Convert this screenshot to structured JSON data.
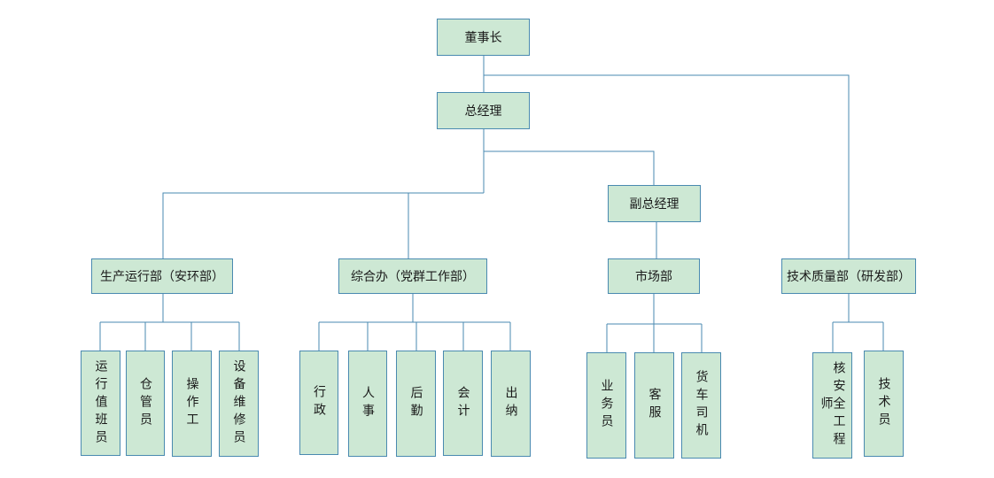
{
  "nodes": {
    "chairman": "董事长",
    "gm": "总经理",
    "deputy_gm": "副总经理",
    "production": "生产运行部（安环部）",
    "general_office": "综合办（党群工作部）",
    "market": "市场部",
    "tech_quality": "技术质量部（研发部）",
    "duty_staff": "运行值班员",
    "warehouse": "仓管员",
    "operator": "操作工",
    "equip_repair": "设备维修员",
    "admin": "行政",
    "hr": "人事",
    "logistics": "后勤",
    "accounting": "会计",
    "cashier": "出纳",
    "sales": "业务员",
    "customer_service": "客服",
    "truck_driver": "货车司机",
    "nuclear_engineer": "核安全工程师",
    "technician": "技术员"
  },
  "colors": {
    "box_fill": "#cde8d4",
    "box_border": "#4a8ab0",
    "line": "#4a8ab0"
  }
}
